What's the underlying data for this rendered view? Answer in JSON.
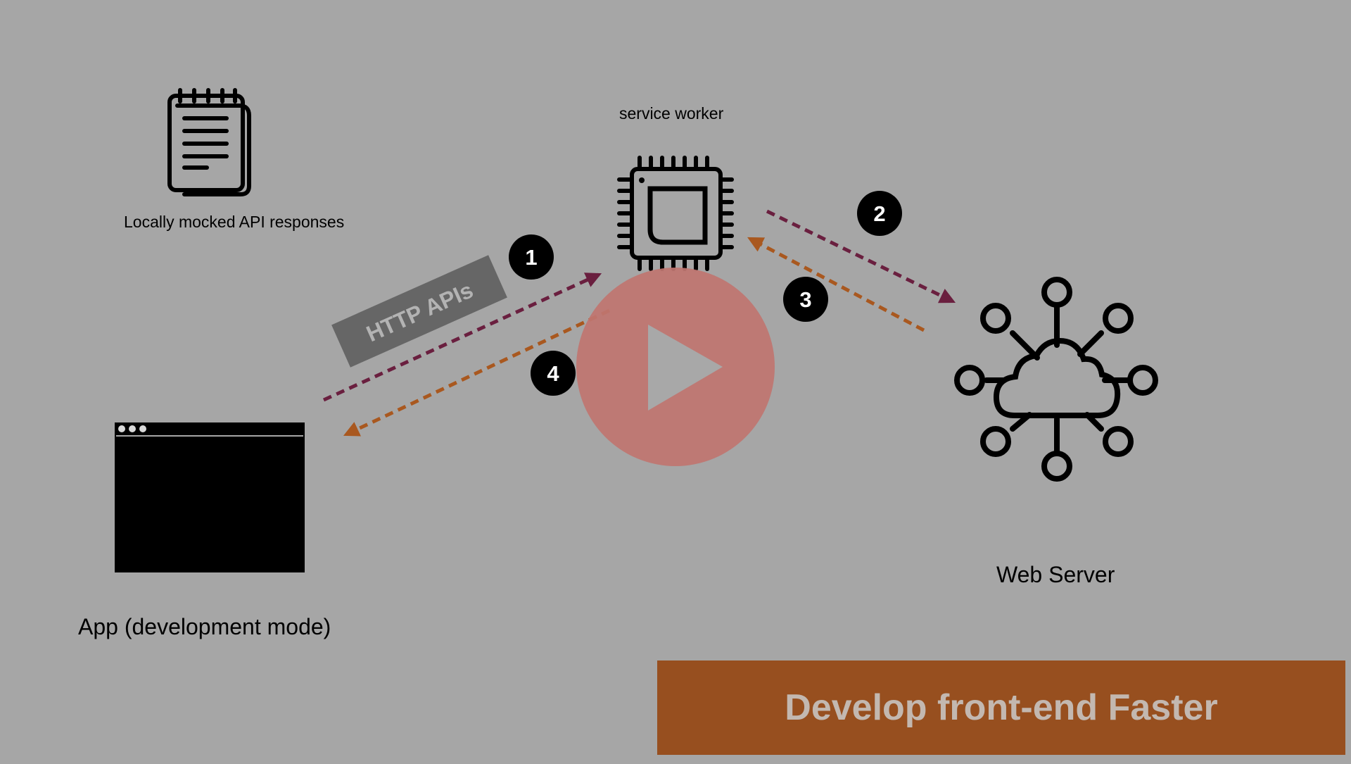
{
  "diagram": {
    "notes_label": "Locally mocked API responses",
    "service_worker_label": "service worker",
    "app_label": "App (development mode)",
    "server_label": "Web Server",
    "http_tag": "HTTP APIs",
    "steps": [
      "1",
      "2",
      "3",
      "4"
    ]
  },
  "banner": {
    "text": "Develop front-end Faster"
  },
  "colors": {
    "background": "#a6a6a6",
    "request_arrow": "#6a1f3f",
    "response_arrow": "#a9581f",
    "play_button": "#bf7570",
    "banner": "#974f1f",
    "tag": "#666666"
  },
  "icons": {
    "notes": "notepad-icon",
    "service_worker": "cpu-chip-icon",
    "server": "cloud-network-icon",
    "app": "app-window-icon",
    "play": "play-icon"
  }
}
